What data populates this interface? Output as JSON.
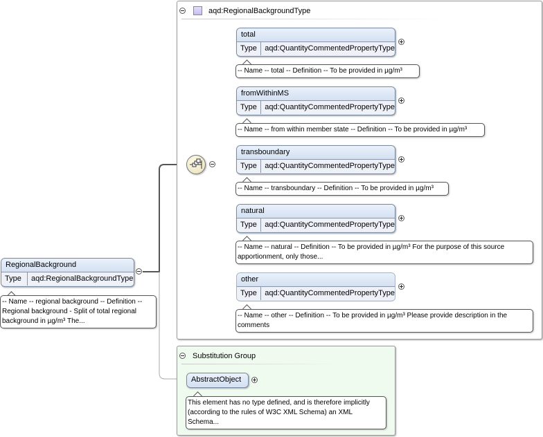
{
  "complex_type": {
    "title": "aqd:RegionalBackgroundType"
  },
  "root_element": {
    "name": "RegionalBackground",
    "type_label": "Type",
    "type_value": "aqd:RegionalBackgroundType",
    "doc": "-- Name -- regional background -- Definition -- Regional background - Split of total regional background in µg/m³ The..."
  },
  "children": [
    {
      "name": "total",
      "type_label": "Type",
      "type_value": "aqd:QuantityCommentedPropertyType",
      "doc": "-- Name -- total -- Definition -- To be provided in µg/m³"
    },
    {
      "name": "fromWithinMS",
      "type_label": "Type",
      "type_value": "aqd:QuantityCommentedPropertyType",
      "doc": "-- Name -- from within member state -- Definition -- To be provided in µg/m³"
    },
    {
      "name": "transboundary",
      "type_label": "Type",
      "type_value": "aqd:QuantityCommentedPropertyType",
      "doc": "-- Name -- transboundary -- Definition -- To be provided in µg/m³"
    },
    {
      "name": "natural",
      "type_label": "Type",
      "type_value": "aqd:QuantityCommentedPropertyType",
      "doc": "-- Name -- natural -- Definition -- To be provided in µg/m³ For the purpose of this source apportionment, only those..."
    },
    {
      "name": "other",
      "type_label": "Type",
      "type_value": "aqd:QuantityCommentedPropertyType",
      "doc": "-- Name -- other -- Definition -- To be provided in µg/m³ Please provide description in the comments"
    }
  ],
  "substitution_group": {
    "title": "Substitution Group",
    "element_name": "AbstractObject",
    "doc": "This element has no type defined, and is therefore implicitly (according to the rules of W3C XML Schema) an XML Schema..."
  },
  "colors": {
    "element_fill": "#dfe8f6",
    "substitution_fill": "#f0fbf0",
    "connector": "#555555"
  }
}
